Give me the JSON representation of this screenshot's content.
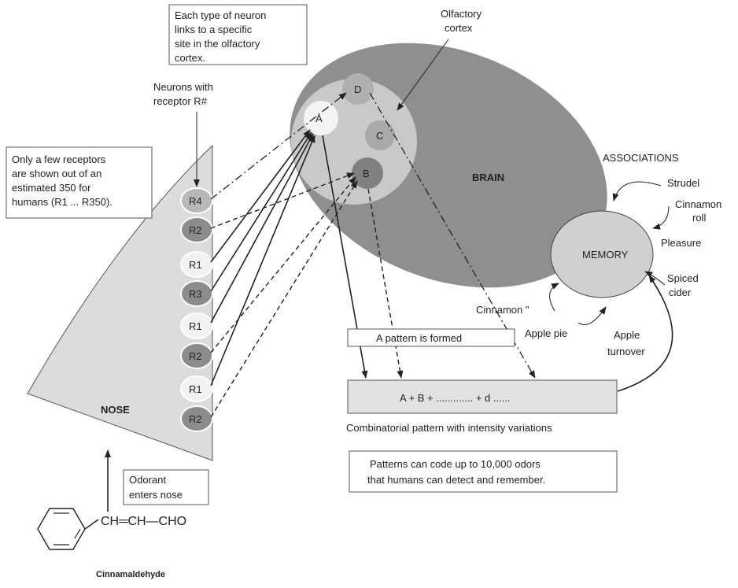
{
  "callouts": {
    "neuron_links": [
      "Each type of neuron",
      "links to a specific",
      "site in the olfactory",
      "cortex."
    ],
    "olfactory_cortex": [
      "Olfactory",
      "cortex"
    ],
    "neurons_with_receptor": [
      "Neurons with",
      "receptor R#"
    ],
    "receptors_note": [
      "Only a few receptors",
      "are shown out of an",
      "estimated 350 for",
      "humans (R1 ... R350)."
    ],
    "odorant": [
      "Odorant",
      "enters nose"
    ],
    "patterns_note": [
      "Patterns can code up to 10,000 odors",
      "that humans can detect and remember."
    ]
  },
  "brain": {
    "label": "BRAIN",
    "sites": [
      "D",
      "A",
      "C",
      "B"
    ]
  },
  "nose": {
    "label": "NOSE",
    "receptors": [
      "R4",
      "R2",
      "R1",
      "R3",
      "R1",
      "R2",
      "R1",
      "R2"
    ]
  },
  "memory": {
    "label": "MEMORY",
    "associations_title": "ASSOCIATIONS",
    "associations": [
      "Strudel",
      "Cinnamon",
      "roll",
      "Pleasure",
      "Spiced",
      "cider",
      "Apple",
      "turnover",
      "Apple pie",
      "Cinnamon \""
    ]
  },
  "pattern": {
    "formed_label": "A pattern is formed",
    "formula": "A + B + ............. + d ......",
    "caption": "Combinatorial pattern with intensity variations"
  },
  "molecule": {
    "formula": "CH═CH—CHO",
    "name": "Cinnamaldehyde"
  }
}
